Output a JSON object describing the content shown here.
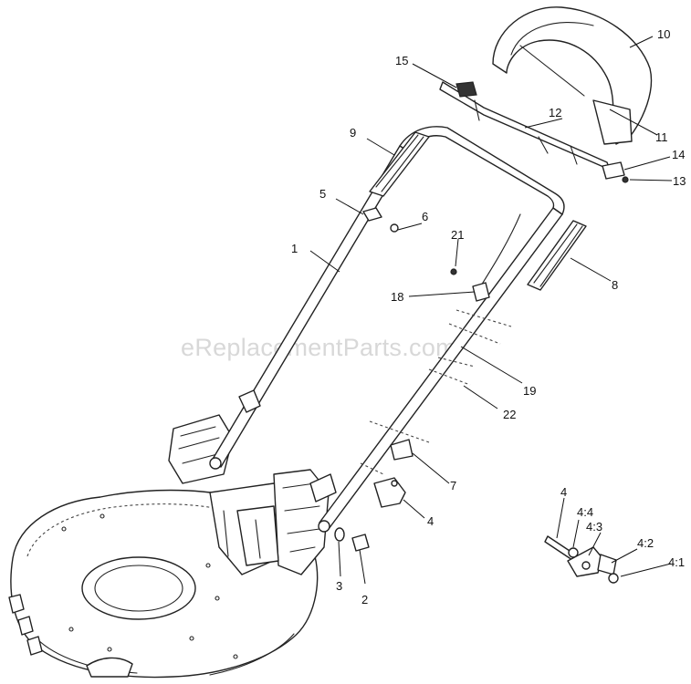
{
  "watermark": "eReplacementParts.com",
  "callouts": [
    {
      "id": "1",
      "label": "1"
    },
    {
      "id": "2",
      "label": "2"
    },
    {
      "id": "3",
      "label": "3"
    },
    {
      "id": "4a",
      "label": "4"
    },
    {
      "id": "4b",
      "label": "4"
    },
    {
      "id": "4-1",
      "label": "4:1"
    },
    {
      "id": "4-2",
      "label": "4:2"
    },
    {
      "id": "4-3",
      "label": "4:3"
    },
    {
      "id": "4-4",
      "label": "4:4"
    },
    {
      "id": "5",
      "label": "5"
    },
    {
      "id": "6",
      "label": "6"
    },
    {
      "id": "7",
      "label": "7"
    },
    {
      "id": "8",
      "label": "8"
    },
    {
      "id": "9",
      "label": "9"
    },
    {
      "id": "10",
      "label": "10"
    },
    {
      "id": "11",
      "label": "11"
    },
    {
      "id": "12",
      "label": "12"
    },
    {
      "id": "13",
      "label": "13"
    },
    {
      "id": "14",
      "label": "14"
    },
    {
      "id": "15",
      "label": "15"
    },
    {
      "id": "18",
      "label": "18"
    },
    {
      "id": "19",
      "label": "19"
    },
    {
      "id": "21",
      "label": "21"
    },
    {
      "id": "22",
      "label": "22"
    }
  ]
}
